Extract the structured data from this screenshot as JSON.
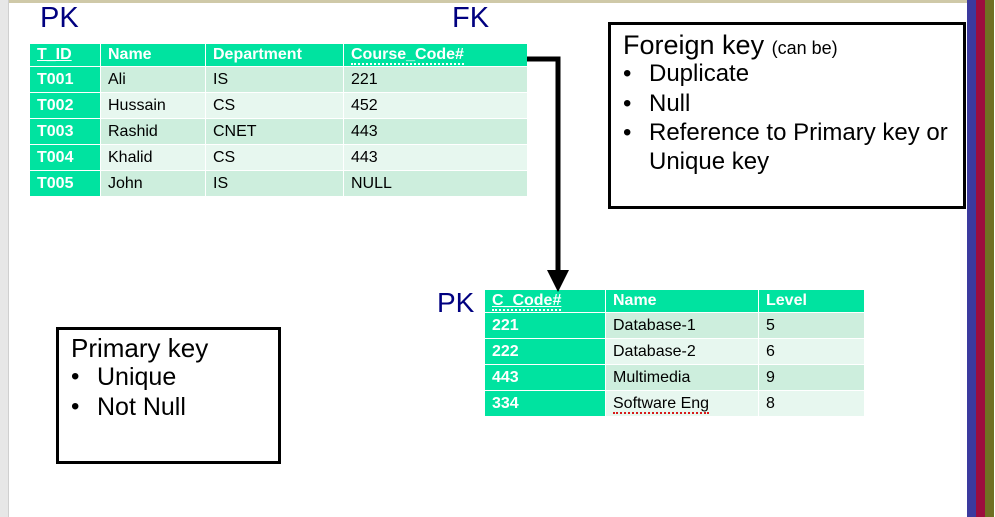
{
  "labels": {
    "pk_top": "PK",
    "fk_top": "FK",
    "pk_bottom": "PK",
    "key_color": "#000080"
  },
  "colors": {
    "header_teal": "#00e3a0",
    "row_light": "#cdeedd",
    "row_pale": "#e7f7ef",
    "edge_blue": "#3b3a9e",
    "edge_red": "#9c0d3e",
    "edge_olive": "#6f7023",
    "gutter_gray": "#e7e7e7",
    "top_rule": "#cfc9a8"
  },
  "table_teachers": {
    "columns": [
      "T_ID",
      "Name",
      "Department",
      "Course_Code#"
    ],
    "rows": [
      {
        "t_id": "T001",
        "name": "Ali",
        "department": "IS",
        "course_code": "221"
      },
      {
        "t_id": "T002",
        "name": "Hussain",
        "department": "CS",
        "course_code": "452"
      },
      {
        "t_id": "T003",
        "name": "Rashid",
        "department": "CNET",
        "course_code": "443"
      },
      {
        "t_id": "T004",
        "name": "Khalid",
        "department": "CS",
        "course_code": "443"
      },
      {
        "t_id": "T005",
        "name": "John",
        "department": "IS",
        "course_code": "NULL"
      }
    ]
  },
  "table_courses": {
    "columns": [
      "C_Code#",
      "Name",
      "Level"
    ],
    "rows": [
      {
        "c_code": "221",
        "name": "Database-1",
        "level": "5"
      },
      {
        "c_code": "222",
        "name": "Database-2",
        "level": "6"
      },
      {
        "c_code": "443",
        "name": "Multimedia",
        "level": "9"
      },
      {
        "c_code": "334",
        "name": "Software Eng",
        "level": "8"
      }
    ]
  },
  "fk_box": {
    "title": "Foreign key",
    "title_suffix": "(can be)",
    "bullets": [
      "Duplicate",
      "Null",
      "Reference to Primary key or Unique key"
    ],
    "bullet_glyph": "•"
  },
  "pk_box": {
    "title": "Primary key",
    "bullets": [
      "Unique",
      "Not Null"
    ],
    "bullet_glyph": "•"
  },
  "connector": {
    "name": "fk-to-pk-arrow",
    "color": "#000000"
  }
}
